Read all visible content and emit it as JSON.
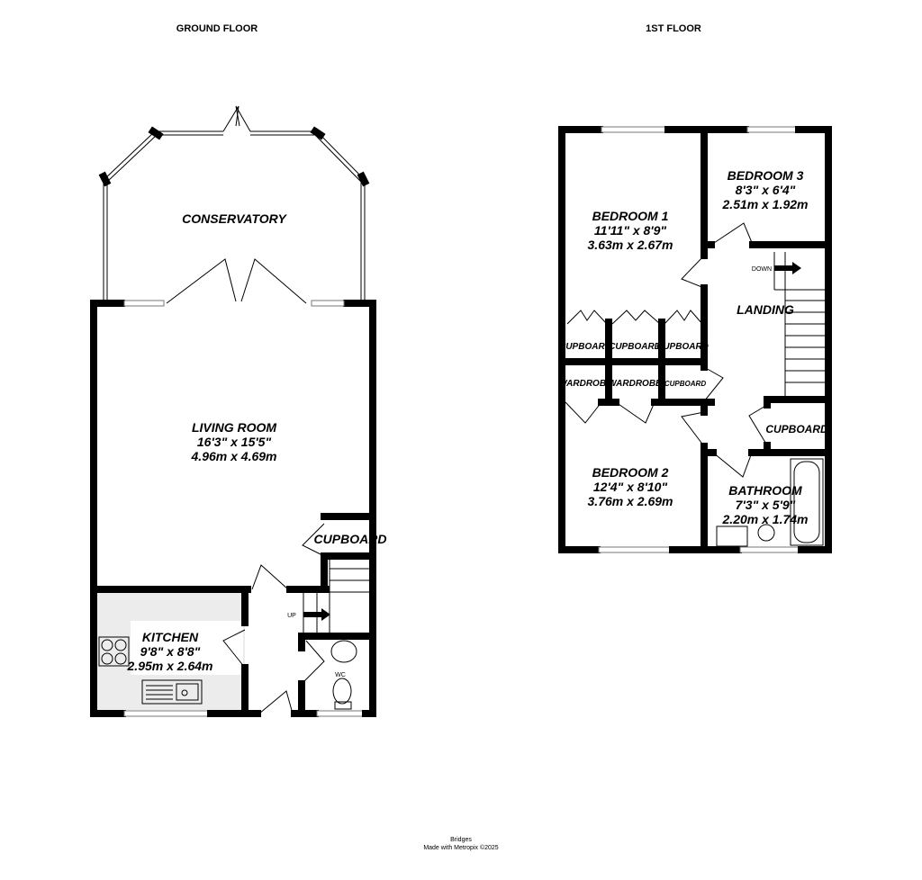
{
  "ground_floor": {
    "title": "GROUND FLOOR",
    "conservatory": {
      "name": "CONSERVATORY"
    },
    "living_room": {
      "name": "LIVING ROOM",
      "imperial": "16'3\"  x 15'5\"",
      "metric": "4.96m  x 4.69m"
    },
    "kitchen": {
      "name": "KITCHEN",
      "imperial": "9'8\"  x 8'8\"",
      "metric": "2.95m  x 2.64m"
    },
    "cupboard": "CUPBOARD",
    "stairs_label": "UP",
    "wc_label": "WC"
  },
  "first_floor": {
    "title": "1ST FLOOR",
    "bedroom1": {
      "name": "BEDROOM 1",
      "imperial": "11'11\"  x 8'9\"",
      "metric": "3.63m  x 2.67m"
    },
    "bedroom2": {
      "name": "BEDROOM 2",
      "imperial": "12'4\"  x 8'10\"",
      "metric": "3.76m  x 2.69m"
    },
    "bedroom3": {
      "name": "BEDROOM 3",
      "imperial": "8'3\"  x 6'4\"",
      "metric": "2.51m  x 1.92m"
    },
    "bathroom": {
      "name": "BATHROOM",
      "imperial": "7'3\"  x 5'9\"",
      "metric": "2.20m  x 1.74m"
    },
    "landing": "LANDING",
    "stairs_label": "DOWN",
    "cupboards": [
      "CUPBOARD",
      "CUPBOARD",
      "CUPBOARD"
    ],
    "wardrobes": [
      "WARDROBE",
      "WARDROBE"
    ],
    "cupboard_small": "CUPBOARD",
    "cupboard_right": "CUPBOARD"
  },
  "footer": {
    "agent": "Bridges",
    "credit": "Made with Metropix ©2025"
  },
  "colors": {
    "wall": "#000000",
    "kitchen_fill": "#ececec"
  }
}
